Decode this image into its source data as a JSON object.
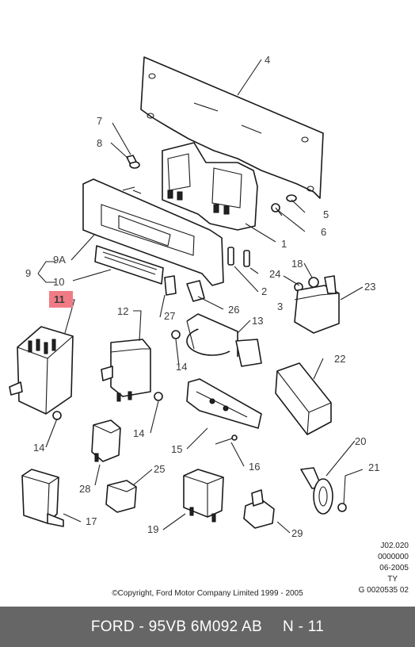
{
  "callouts": {
    "c1": "1",
    "c2": "2",
    "c3": "3",
    "c4": "4",
    "c5": "5",
    "c6": "6",
    "c7": "7",
    "c8": "8",
    "c9": "9",
    "c9a": "9A",
    "c10": "10",
    "c11": "11",
    "c12": "12",
    "c13": "13",
    "c14a": "14",
    "c14b": "14",
    "c14c": "14",
    "c15": "15",
    "c16": "16",
    "c17": "17",
    "c18": "18",
    "c19": "19",
    "c20": "20",
    "c21": "21",
    "c22": "22",
    "c23": "23",
    "c24": "24",
    "c25": "25",
    "c26": "26",
    "c27": "27",
    "c28": "28",
    "c29": "29"
  },
  "highlighted_callout": "11",
  "colors": {
    "highlight": "#f07b85",
    "footer_bg": "#666666",
    "footer_text": "#ffffff"
  },
  "reference": {
    "line1": "J02.020",
    "line2": "0000000",
    "line3": "06-2005",
    "line4": "TY",
    "line5": "G 0020535 02"
  },
  "copyright": "©Copyright, Ford Motor Company Limited 1999 - 2005",
  "footer": {
    "part_label": "FORD - 95VB 6M092 AB",
    "diagram_ref": "N - 11"
  }
}
